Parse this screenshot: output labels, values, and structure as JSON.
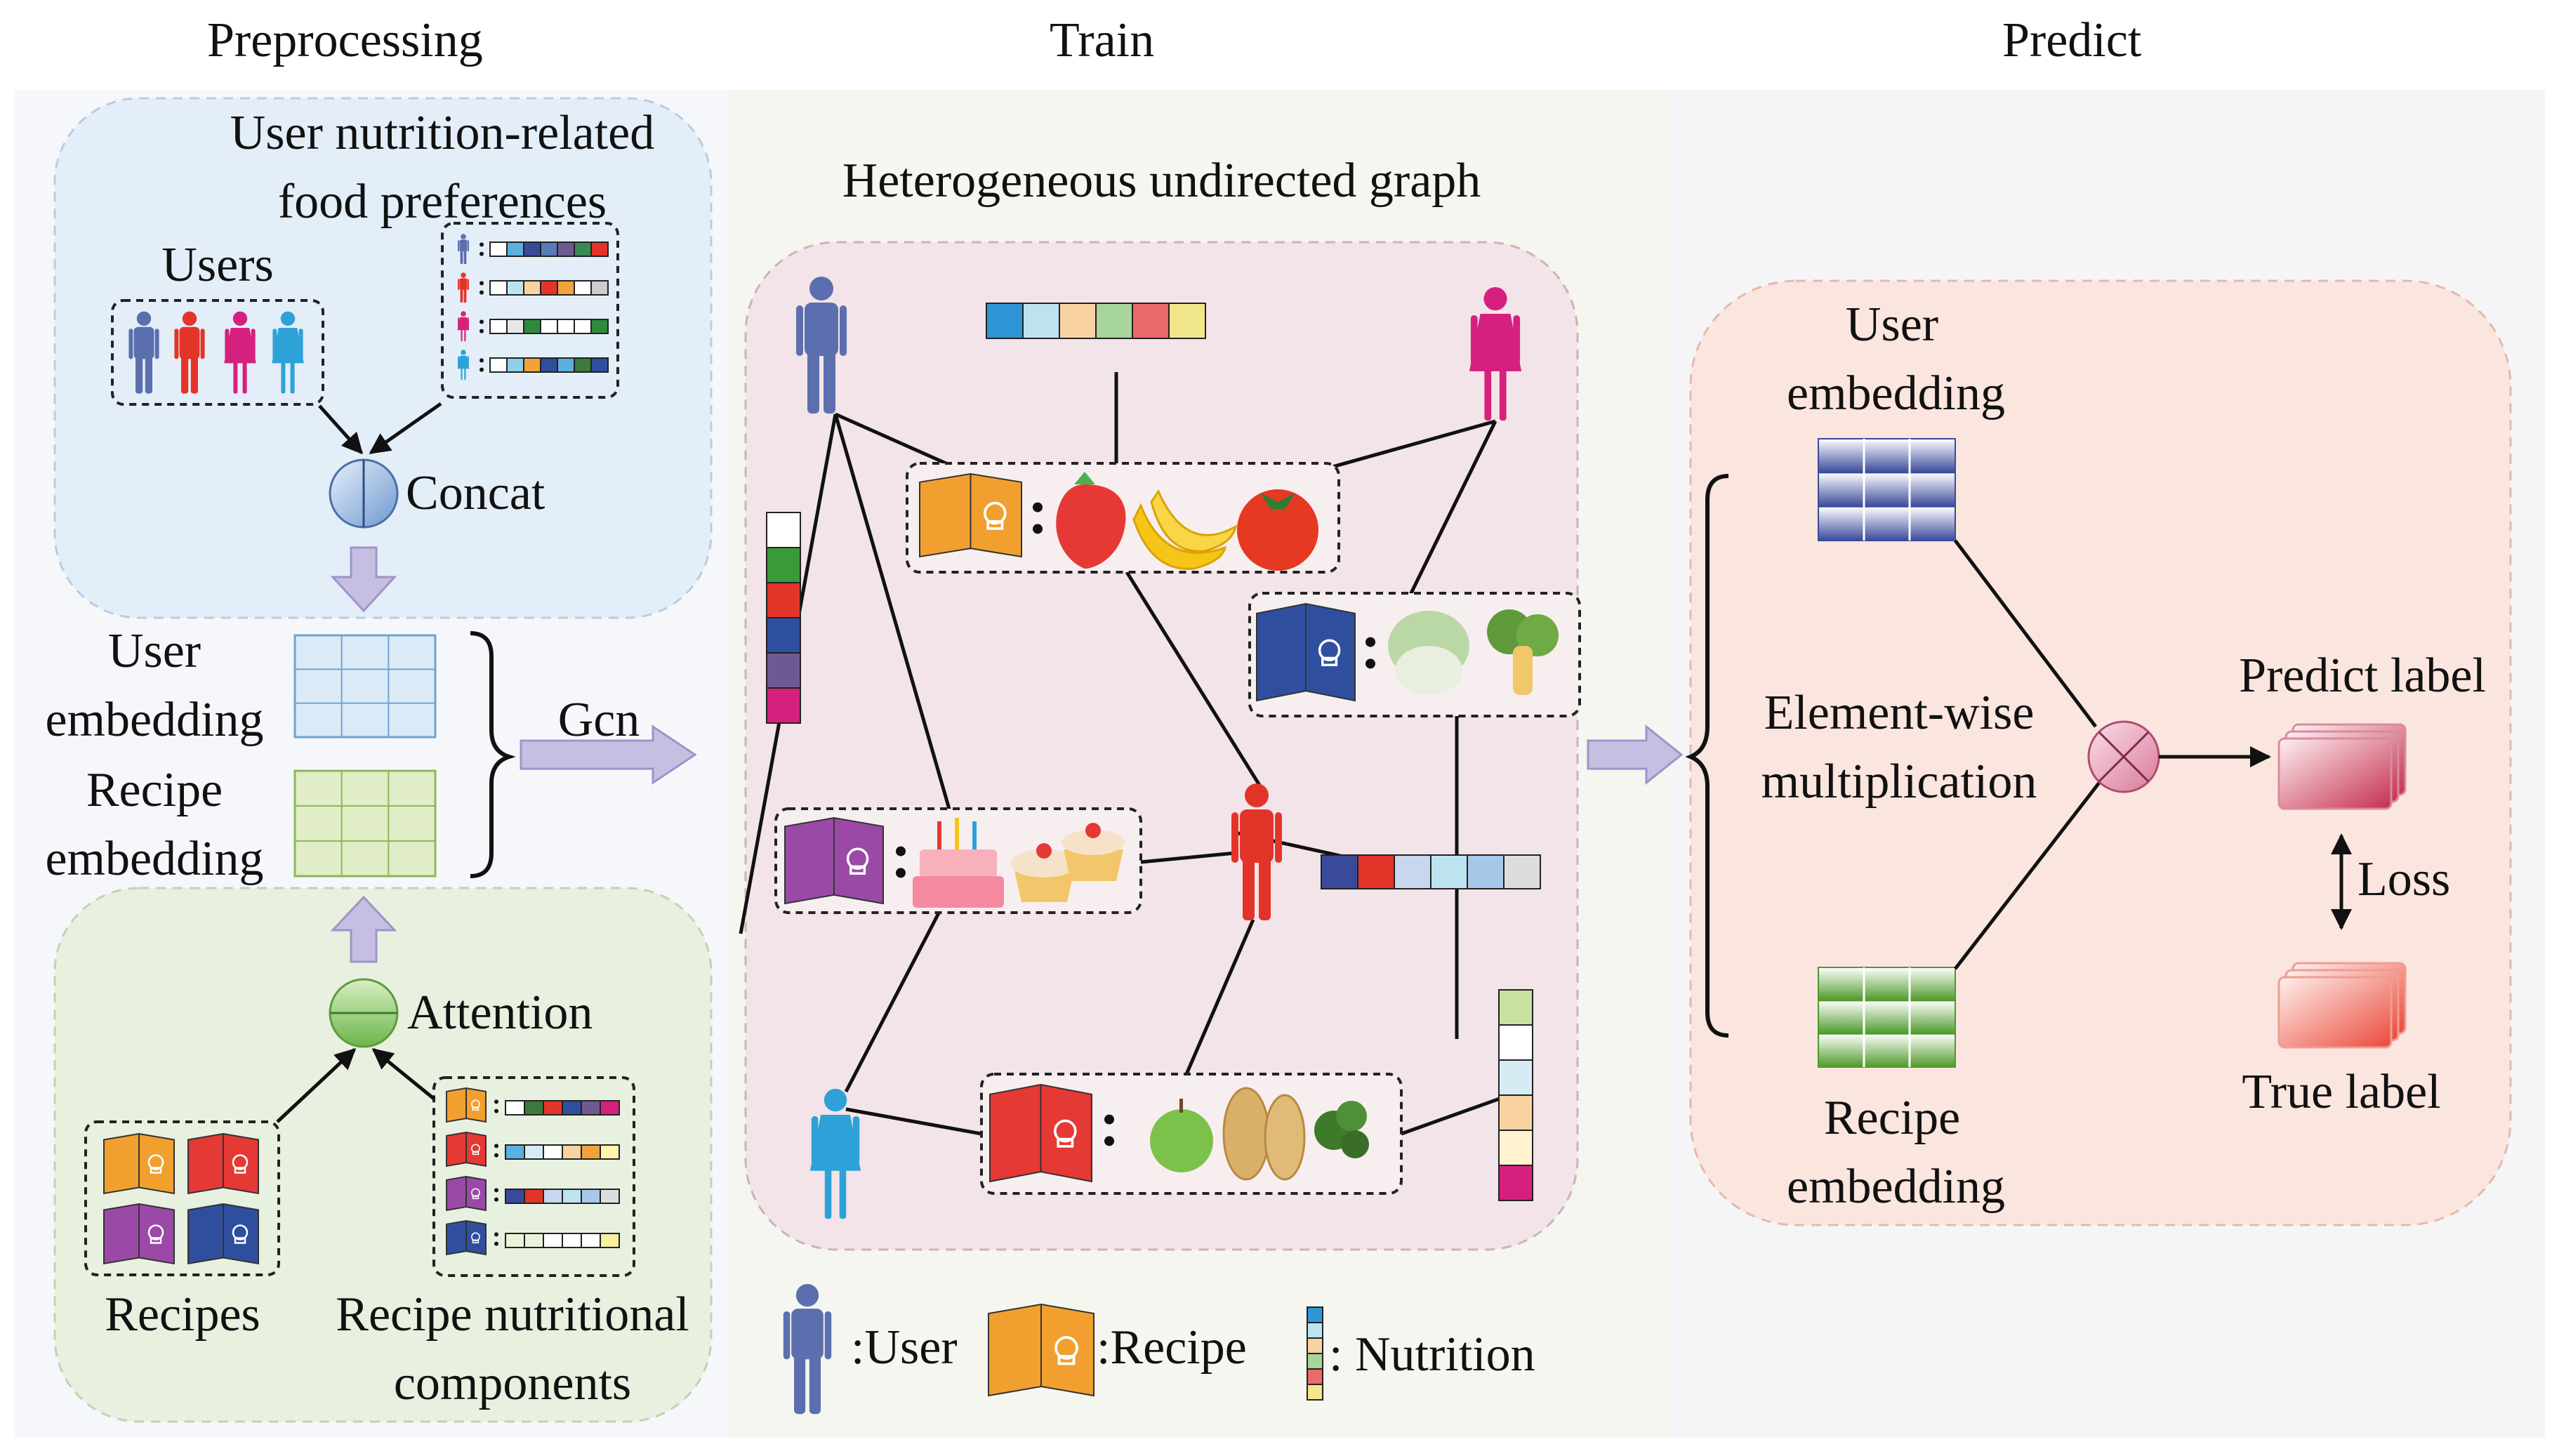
{
  "sections": {
    "preprocessing": "Preprocessing",
    "train": "Train",
    "predict": "Predict"
  },
  "preprocessing": {
    "user_pref_title_line1": "User nutrition-related",
    "user_pref_title_line2": "food preferences",
    "users_label": "Users",
    "concat_label": "Concat",
    "user_embedding_line1": "User",
    "user_embedding_line2": "embedding",
    "recipe_embedding_line1": "Recipe",
    "recipe_embedding_line2": "embedding",
    "gcn_label": "Gcn",
    "attention_label": "Attention",
    "recipes_label": "Recipes",
    "recipe_nutrition_line1": "Recipe nutritional",
    "recipe_nutrition_line2": "components"
  },
  "train": {
    "graph_title": "Heterogeneous undirected graph",
    "legend": {
      "user": ":User",
      "recipe": ":Recipe",
      "nutrition": ": Nutrition"
    }
  },
  "predict": {
    "user_embedding_line1": "User",
    "user_embedding_line2": "embedding",
    "element_wise_line1": "Element-wise",
    "element_wise_line2": "multiplication",
    "predict_label": "Predict label",
    "loss_label": "Loss",
    "true_label": "True label",
    "recipe_embedding_line1": "Recipe",
    "recipe_embedding_line2": "embedding"
  },
  "colors": {
    "user_panel_bg": "#e3eef8",
    "recipe_panel_bg": "#e8f0e0",
    "graph_bg": "#f2e4e8",
    "predict_bg": "#fbe5df",
    "user_blue": "#5b6fae",
    "user_red": "#e3342a",
    "user_pink": "#d6207e",
    "user_cyan": "#2ea1d8",
    "recipe_orange": "#f1a02f",
    "recipe_red": "#e53935",
    "recipe_purple": "#9a4aa6",
    "recipe_blue": "#2f4f9e",
    "arrow_purple": "#b7aed8",
    "multiply_node": "#e9a6bb"
  }
}
